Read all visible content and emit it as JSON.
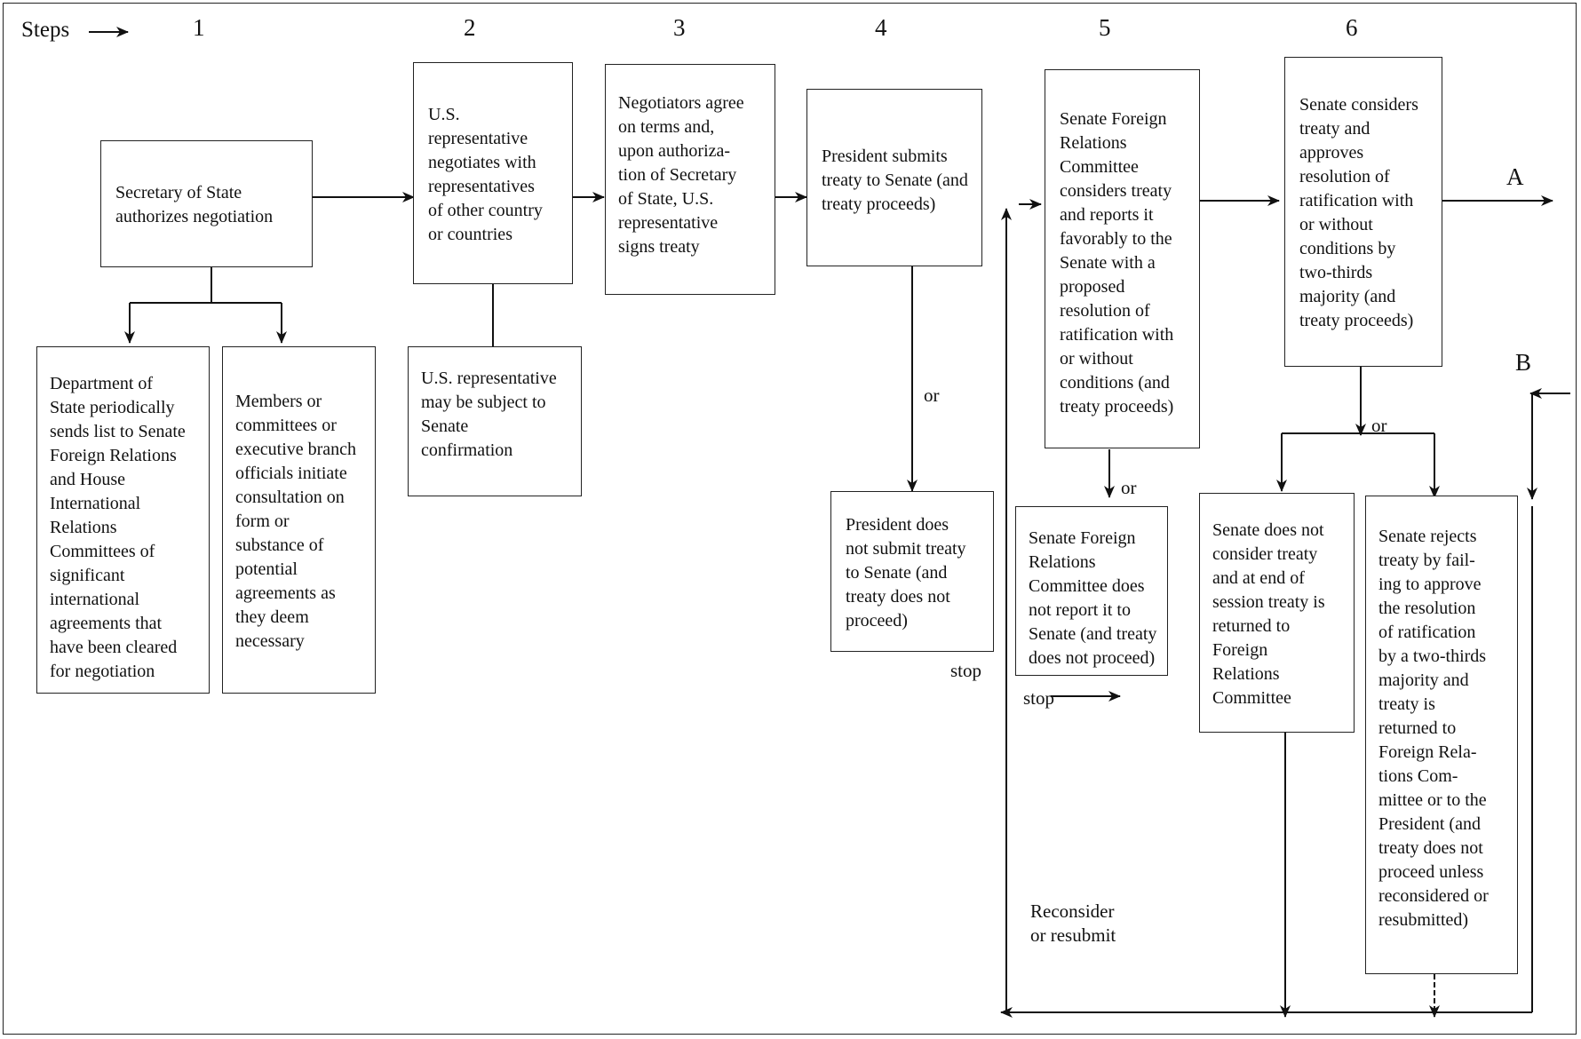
{
  "header": {
    "steps_label": "Steps",
    "step_numbers": [
      "1",
      "2",
      "3",
      "4",
      "5",
      "6"
    ]
  },
  "boxes": {
    "secretary_authorizes": "Secretary of State\nauthorizes negotiation",
    "department_sends_list": "Department of\nState periodically\nsends list to Senate\nForeign Relations\nand House\nInternational\nRelations\nCommittees of\nsignificant\ninternational\nagreements that\nhave been cleared\nfor negotiation",
    "members_initiate": "Members or\ncommittees or\nexecutive branch\nofficials initiate\nconsultation on\nform or\nsubstance of\npotential\nagreements as\nthey deem\nnecessary",
    "us_rep_negotiates": "U.S.\nrepresentative\nnegotiates with\nrepresentatives\nof other country\nor countries",
    "us_rep_confirmation": "U.S. representative\nmay be subject to\nSenate\nconfirmation",
    "negotiators_agree": "Negotiators agree\non terms and,\nupon authoriza-\ntion of Secretary\nof State, U.S.\nrepresentative\nsigns treaty",
    "president_submits": "President submits\ntreaty to Senate (and\ntreaty proceeds)",
    "president_not_submit": "President does\nnot submit treaty\nto Senate (and\ntreaty does not\nproceed)",
    "sfrc_reports": "Senate Foreign\nRelations\nCommittee\nconsiders treaty\nand reports it\nfavorably to the\nSenate with a\nproposed\nresolution of\nratification with\nor without\nconditions (and\ntreaty proceeds)",
    "sfrc_not_report": "Senate Foreign\nRelations\nCommittee does\nnot report it to\nSenate (and treaty\ndoes not proceed)",
    "senate_approves": "Senate considers\ntreaty and\napproves\nresolution of\nratification with\nor without\nconditions by\ntwo-thirds\nmajority (and\ntreaty proceeds)",
    "senate_not_consider": "Senate does not\nconsider treaty\nand at end of\nsession treaty is\nreturned to\nForeign\nRelations\nCommittee",
    "senate_rejects": "Senate rejects\ntreaty by fail-\ning to approve\nthe resolution\nof ratification\nby a two-thirds\nmajority and\ntreaty is\nreturned to\nForeign Rela-\ntions Com-\nmittee or to the\nPresident (and\ntreaty does not\nproceed unless\nreconsidered or\nresubmitted)"
  },
  "labels": {
    "or_step4": "or",
    "or_step5": "or",
    "or_step6": "or",
    "stop_step4": "stop",
    "stop_step5": "stop",
    "connector_a": "A",
    "connector_b": "B",
    "reconsider": "Reconsider\nor resubmit"
  }
}
